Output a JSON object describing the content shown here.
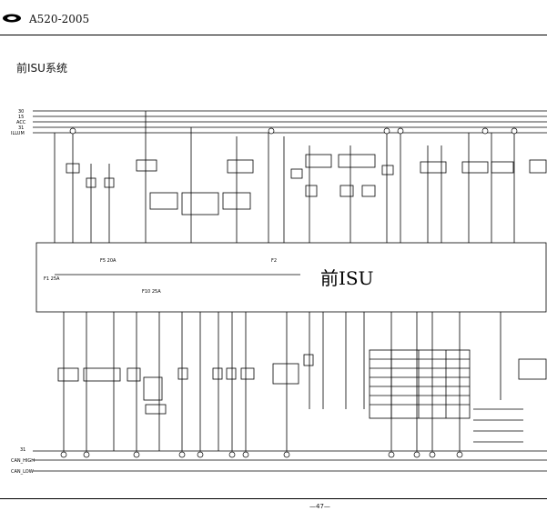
{
  "header": {
    "logo_icon": "chery-logo-icon",
    "title": "A520-2005"
  },
  "section_title": "前ISU系统",
  "diagram": {
    "center_label": "前ISU",
    "rail_labels": [
      "30",
      "15",
      "ACC",
      "31",
      "ILLUM"
    ],
    "bottom_labels": [
      "31",
      "CAN_HIGH",
      "CAN_LOW"
    ],
    "fuse_labels": [
      "F1 25A",
      "F5 20A",
      "F10 25A",
      "F2"
    ]
  },
  "footer": {
    "page": "—47—"
  }
}
